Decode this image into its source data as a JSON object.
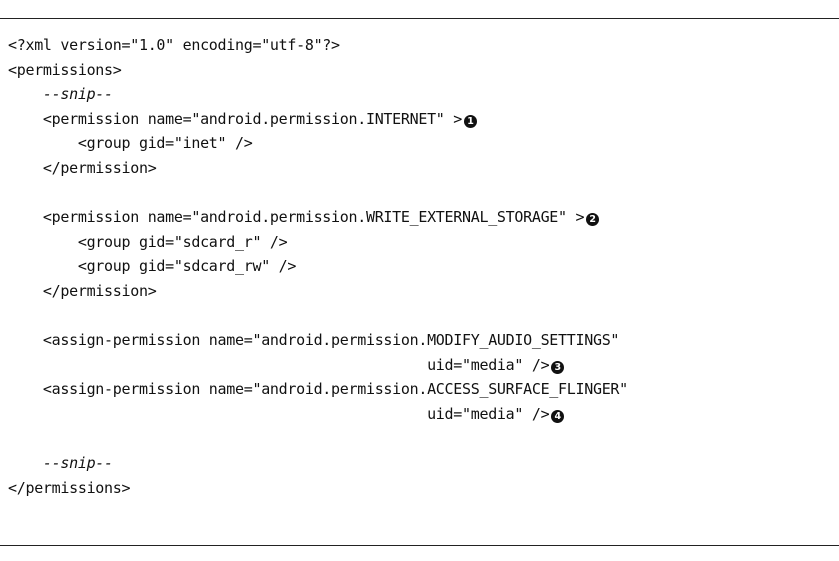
{
  "listing": {
    "lines": [
      {
        "text": "<?xml version=\"1.0\" encoding=\"utf-8\"?>",
        "callout": null
      },
      {
        "text": "<permissions>",
        "callout": null
      },
      {
        "text": "    --snip--",
        "callout": null,
        "italic": true
      },
      {
        "text": "    <permission name=\"android.permission.INTERNET\" >",
        "callout": "1"
      },
      {
        "text": "        <group gid=\"inet\" />",
        "callout": null
      },
      {
        "text": "    </permission>",
        "callout": null
      },
      {
        "text": "",
        "callout": null
      },
      {
        "text": "    <permission name=\"android.permission.WRITE_EXTERNAL_STORAGE\" >",
        "callout": "2"
      },
      {
        "text": "        <group gid=\"sdcard_r\" />",
        "callout": null
      },
      {
        "text": "        <group gid=\"sdcard_rw\" />",
        "callout": null
      },
      {
        "text": "    </permission>",
        "callout": null
      },
      {
        "text": "",
        "callout": null
      },
      {
        "text": "    <assign-permission name=\"android.permission.MODIFY_AUDIO_SETTINGS\"",
        "callout": null
      },
      {
        "text": "                                                uid=\"media\" />",
        "callout": "3"
      },
      {
        "text": "    <assign-permission name=\"android.permission.ACCESS_SURFACE_FLINGER\"",
        "callout": null
      },
      {
        "text": "                                                uid=\"media\" />",
        "callout": "4"
      },
      {
        "text": "",
        "callout": null
      },
      {
        "text": "    --snip--",
        "callout": null,
        "italic": true
      },
      {
        "text": "</permissions>",
        "callout": null
      }
    ]
  }
}
